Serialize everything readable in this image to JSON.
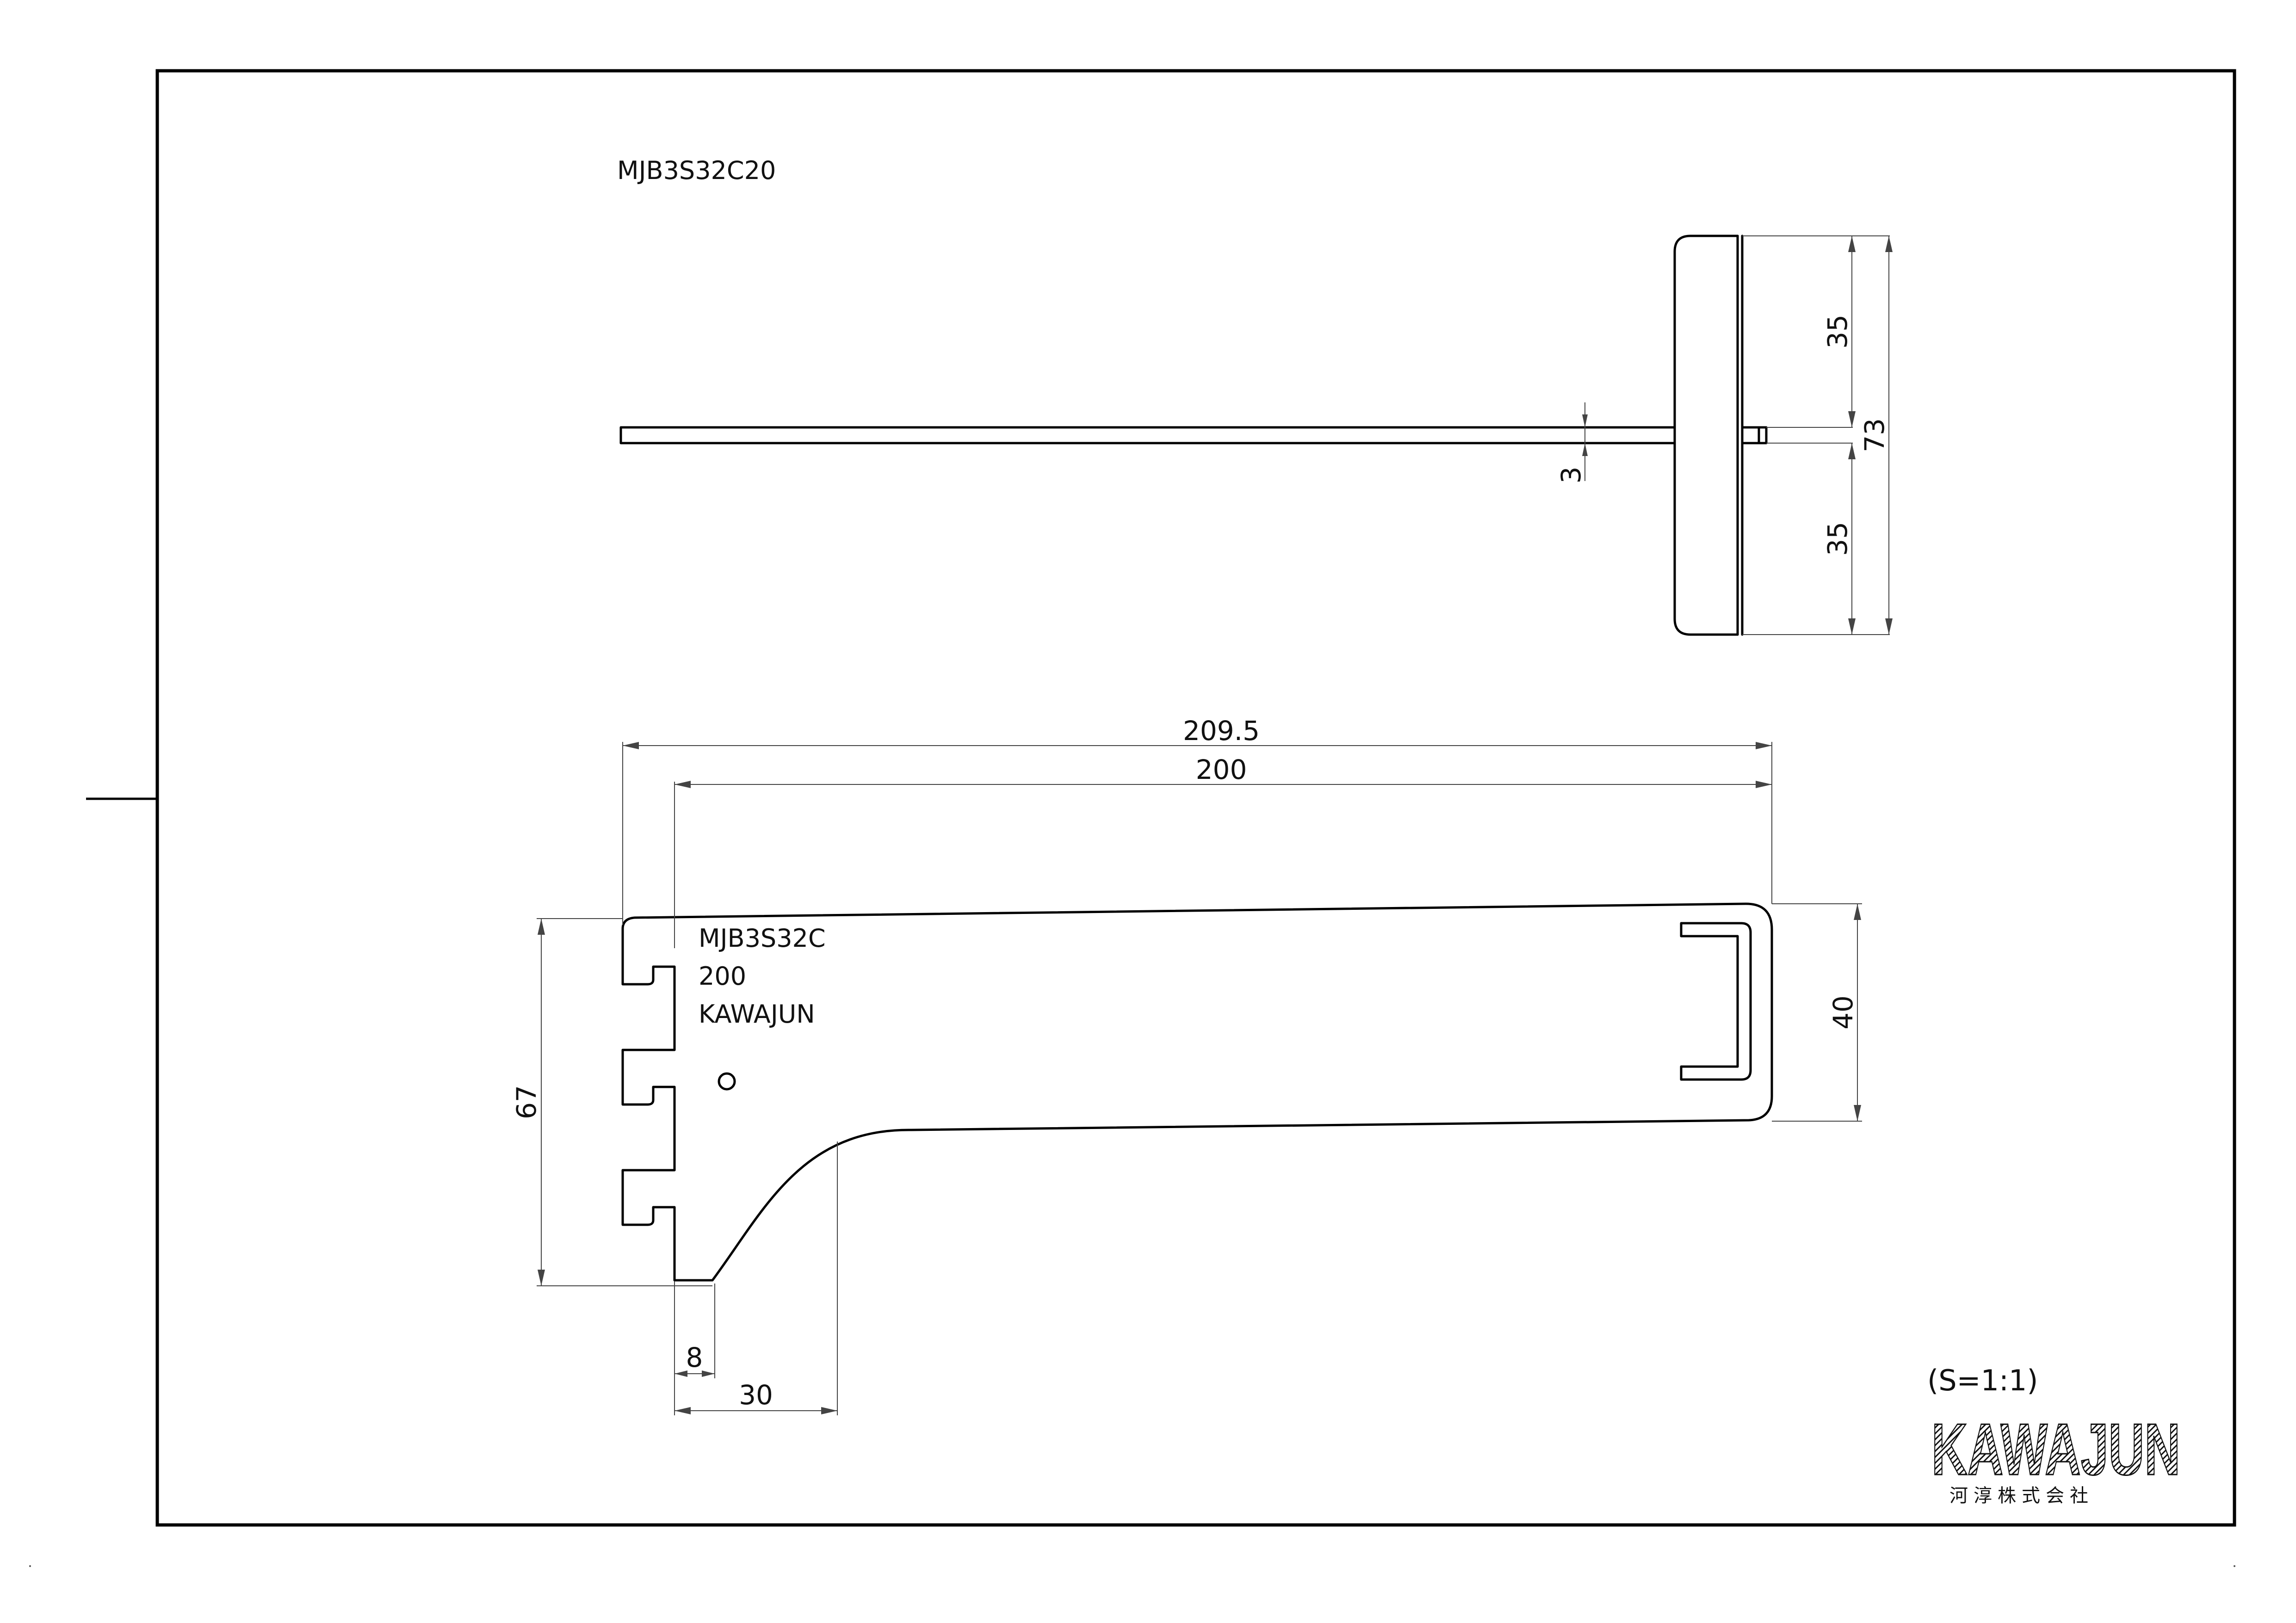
{
  "sheet": {
    "title_code": "MJB3S32C20",
    "scale": "(S=1:1)"
  },
  "top_view": {
    "dims": {
      "thickness": "3",
      "upper": "35",
      "lower": "35",
      "total": "73"
    }
  },
  "side_view": {
    "engraving": [
      "MJB3S32C",
      "200",
      "KAWAJUN"
    ],
    "dims": {
      "overall_length": "209.5",
      "arm_length": "200",
      "height": "67",
      "tip_height": "40",
      "bottom_offset": "8",
      "curve_offset": "30"
    }
  },
  "title_block": {
    "logo_text": "KAWAJUN",
    "company_name": "河淳株式会社"
  }
}
